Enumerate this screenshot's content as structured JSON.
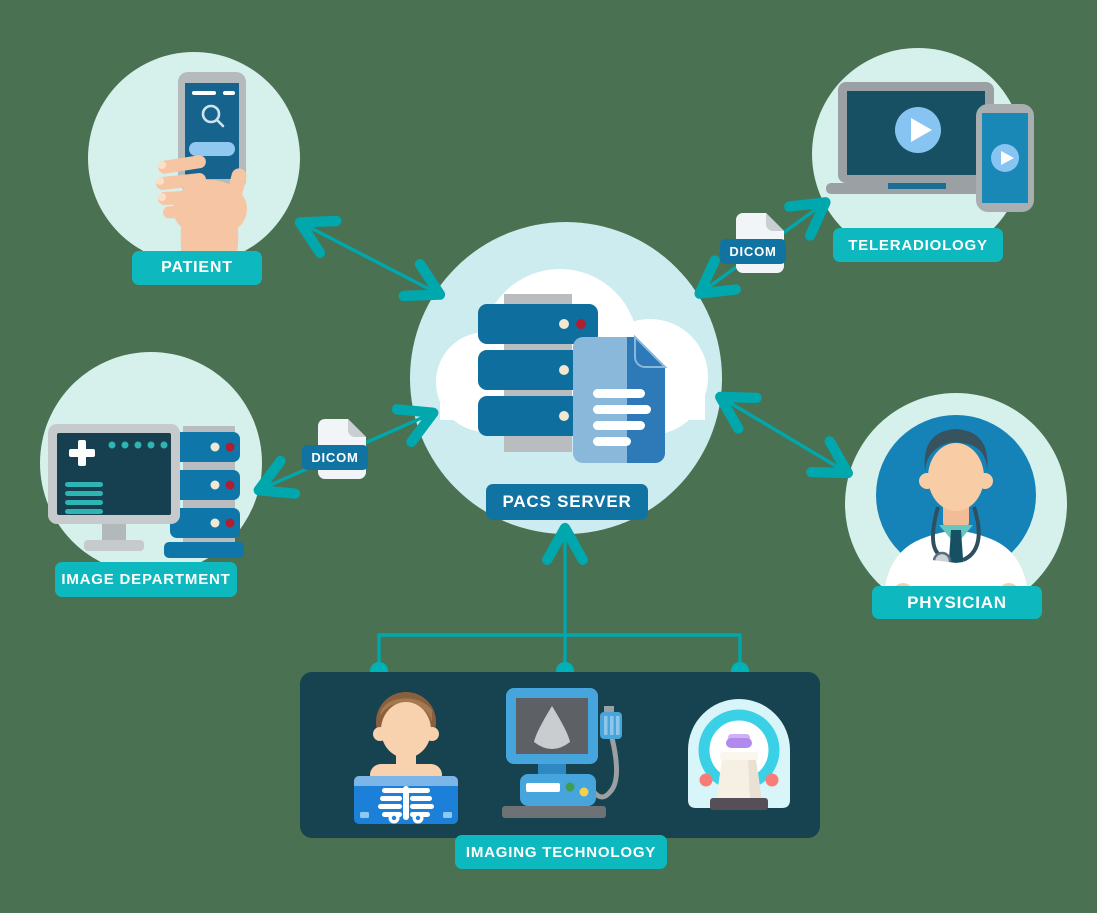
{
  "diagram_title": "PACS medical imaging network diagram",
  "nodes": {
    "patient": {
      "label": "PATIENT"
    },
    "teleradiology": {
      "label": "TELERADIOLOGY"
    },
    "pacs_server": {
      "label": "PACS SERVER"
    },
    "image_department": {
      "label": "IMAGE DEPARTMENT"
    },
    "physician": {
      "label": "PHYSICIAN"
    },
    "imaging_technology": {
      "label": "IMAGING TECHNOLOGY"
    }
  },
  "file_badges": {
    "left": "DICOM",
    "right": "DICOM"
  },
  "edges": [
    {
      "from": "PATIENT",
      "to": "PACS SERVER",
      "direction": "bidirectional"
    },
    {
      "from": "TELERADIOLOGY",
      "to": "PACS SERVER",
      "direction": "bidirectional",
      "via": "DICOM"
    },
    {
      "from": "IMAGE DEPARTMENT",
      "to": "PACS SERVER",
      "direction": "bidirectional",
      "via": "DICOM"
    },
    {
      "from": "PHYSICIAN",
      "to": "PACS SERVER",
      "direction": "bidirectional"
    },
    {
      "from": "IMAGING TECHNOLOGY",
      "to": "PACS SERVER",
      "direction": "one-way-to-pacs"
    }
  ],
  "icons": [
    "smartphone-in-hand-icon",
    "laptop-phone-video-icon",
    "cloud-server-document-icon",
    "workstation-server-icon",
    "doctor-avatar-icon",
    "dicom-file-icon",
    "xray-patient-icon",
    "ultrasound-machine-icon",
    "mri-scanner-icon"
  ],
  "colors": {
    "background": "#4a7152",
    "node_circle": "#d6f0ec",
    "teal_label": "#0db8bf",
    "blue_label": "#1173a2",
    "arrow": "#00a7ad",
    "panel": "#16434f",
    "server_blue": "#0e6e9e",
    "screen_dark": "#174f63"
  }
}
